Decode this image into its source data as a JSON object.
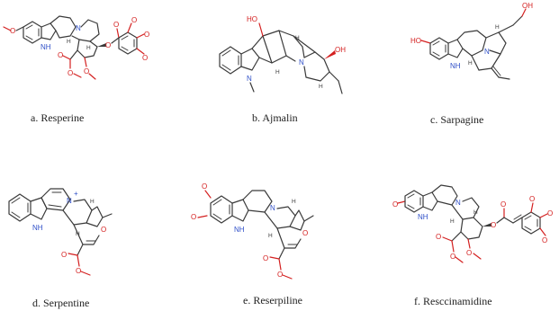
{
  "figure": {
    "compounds": [
      {
        "id": "a",
        "label": "a. Resperine"
      },
      {
        "id": "b",
        "label": "b. Ajmalin"
      },
      {
        "id": "c",
        "label": "c. Sarpagine"
      },
      {
        "id": "d",
        "label": "d. Serpentine"
      },
      {
        "id": "e",
        "label": "e. Reserpiline"
      },
      {
        "id": "f",
        "label": "f. Resccinamidine"
      }
    ],
    "atom_labels": {
      "N": "N",
      "NH": "NH",
      "H": "H",
      "O": "O",
      "OH": "OH",
      "HO": "HO",
      "N_plus": "+"
    },
    "colors": {
      "bond": "#3a3a3a",
      "oxygen": "#d42020",
      "nitrogen": "#3050c8",
      "caption": "#222222"
    }
  }
}
